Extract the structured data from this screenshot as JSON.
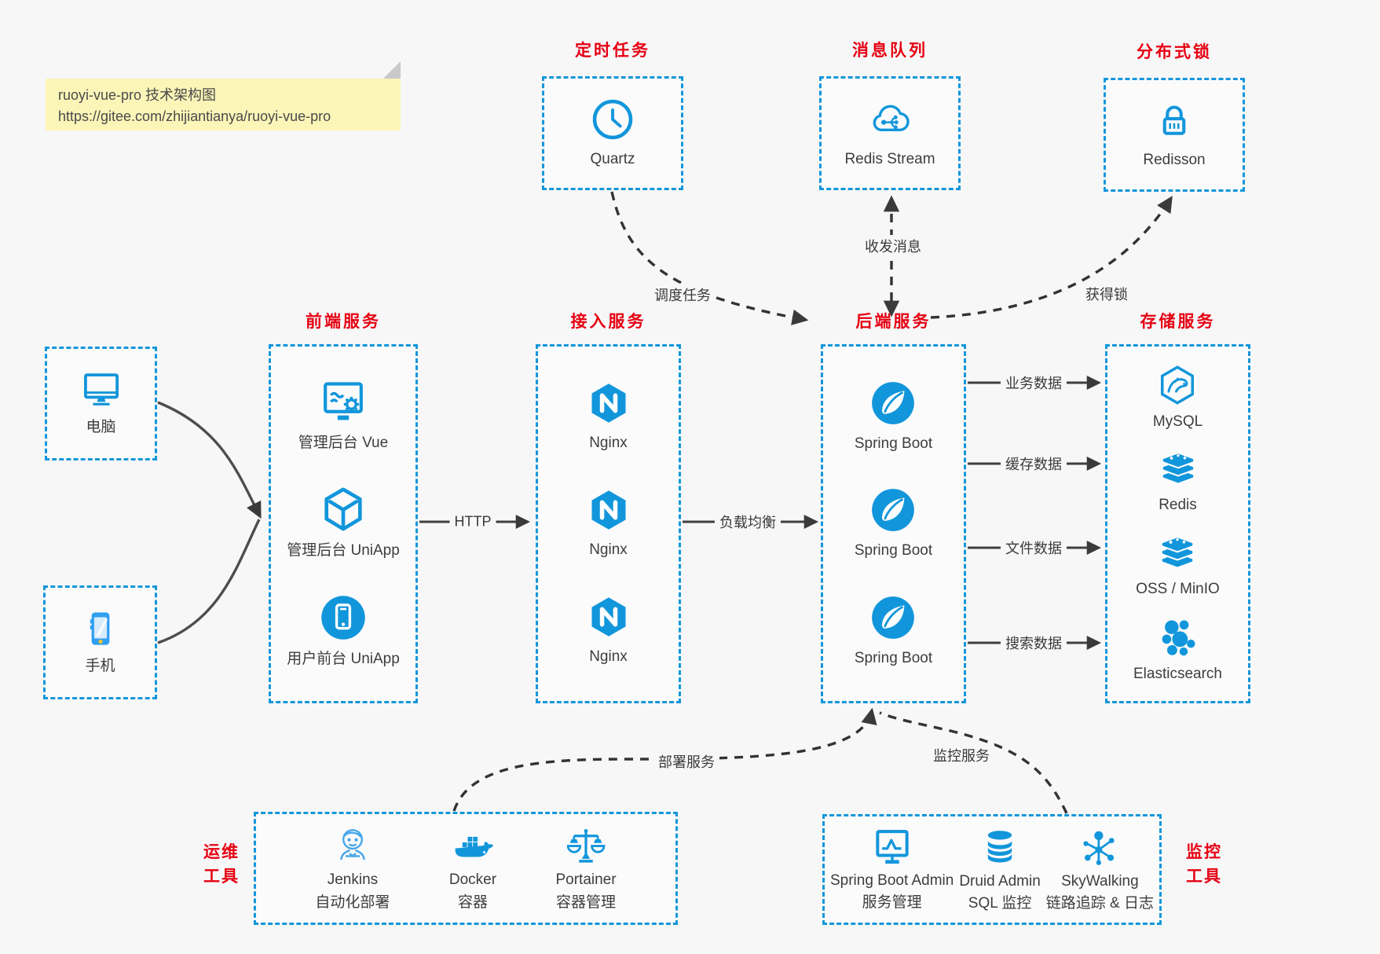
{
  "sticky_note": {
    "line1": "ruoyi-vue-pro 技术架构图",
    "line2": "https://gitee.com/zhijiantianya/ruoyi-vue-pro"
  },
  "colors": {
    "accent_blue": "#1296db",
    "title_red": "#e60012",
    "arrow_dark": "#3f3f3f",
    "note_bg": "#fbf5b8",
    "background": "#f7f7f8"
  },
  "sections": {
    "scheduler": {
      "title": "定时任务",
      "item": {
        "icon": "clock-icon",
        "label": "Quartz"
      }
    },
    "message_queue": {
      "title": "消息队列",
      "item": {
        "icon": "cloud-stream-icon",
        "label": "Redis Stream"
      }
    },
    "distributed_lock": {
      "title": "分布式锁",
      "item": {
        "icon": "lock-icon",
        "label": "Redisson"
      }
    },
    "clients": {
      "computer": {
        "icon": "desktop-icon",
        "label": "电脑"
      },
      "phone": {
        "icon": "smartphone-icon",
        "label": "手机"
      }
    },
    "frontend": {
      "title": "前端服务",
      "items": [
        {
          "icon": "admin-vue-icon",
          "label": "管理后台 Vue"
        },
        {
          "icon": "uniapp-cube-icon",
          "label": "管理后台 UniApp"
        },
        {
          "icon": "user-app-icon",
          "label": "用户前台 UniApp"
        }
      ]
    },
    "gateway": {
      "title": "接入服务",
      "items": [
        {
          "icon": "nginx-icon",
          "label": "Nginx"
        },
        {
          "icon": "nginx-icon",
          "label": "Nginx"
        },
        {
          "icon": "nginx-icon",
          "label": "Nginx"
        }
      ]
    },
    "backend": {
      "title": "后端服务",
      "items": [
        {
          "icon": "spring-icon",
          "label": "Spring Boot"
        },
        {
          "icon": "spring-icon",
          "label": "Spring Boot"
        },
        {
          "icon": "spring-icon",
          "label": "Spring Boot"
        }
      ]
    },
    "storage": {
      "title": "存储服务",
      "items": [
        {
          "icon": "mysql-icon",
          "label": "MySQL"
        },
        {
          "icon": "redis-stack-icon",
          "label": "Redis"
        },
        {
          "icon": "redis-stack-icon",
          "label": "OSS / MinIO"
        },
        {
          "icon": "elasticsearch-icon",
          "label": "Elasticsearch"
        }
      ]
    },
    "ops_tools": {
      "title_line1": "运维",
      "title_line2": "工具",
      "items": [
        {
          "icon": "jenkins-icon",
          "label": "Jenkins",
          "sublabel": "自动化部署"
        },
        {
          "icon": "docker-icon",
          "label": "Docker",
          "sublabel": "容器"
        },
        {
          "icon": "portainer-icon",
          "label": "Portainer",
          "sublabel": "容器管理"
        }
      ]
    },
    "monitor_tools": {
      "title_line1": "监控",
      "title_line2": "工具",
      "items": [
        {
          "icon": "sba-icon",
          "label": "Spring Boot Admin",
          "sublabel": "服务管理"
        },
        {
          "icon": "druid-icon",
          "label": "Druid Admin",
          "sublabel": "SQL 监控"
        },
        {
          "icon": "skywalking-icon",
          "label": "SkyWalking",
          "sublabel": "链路追踪 & 日志"
        }
      ]
    }
  },
  "edge_labels": {
    "http": "HTTP",
    "load_balance": "负载均衡",
    "business_data": "业务数据",
    "cache_data": "缓存数据",
    "file_data": "文件数据",
    "search_data": "搜索数据",
    "schedule_job": "调度任务",
    "send_receive_message": "收发消息",
    "acquire_lock": "获得锁",
    "deploy_service": "部署服务",
    "monitor_service": "监控服务"
  }
}
